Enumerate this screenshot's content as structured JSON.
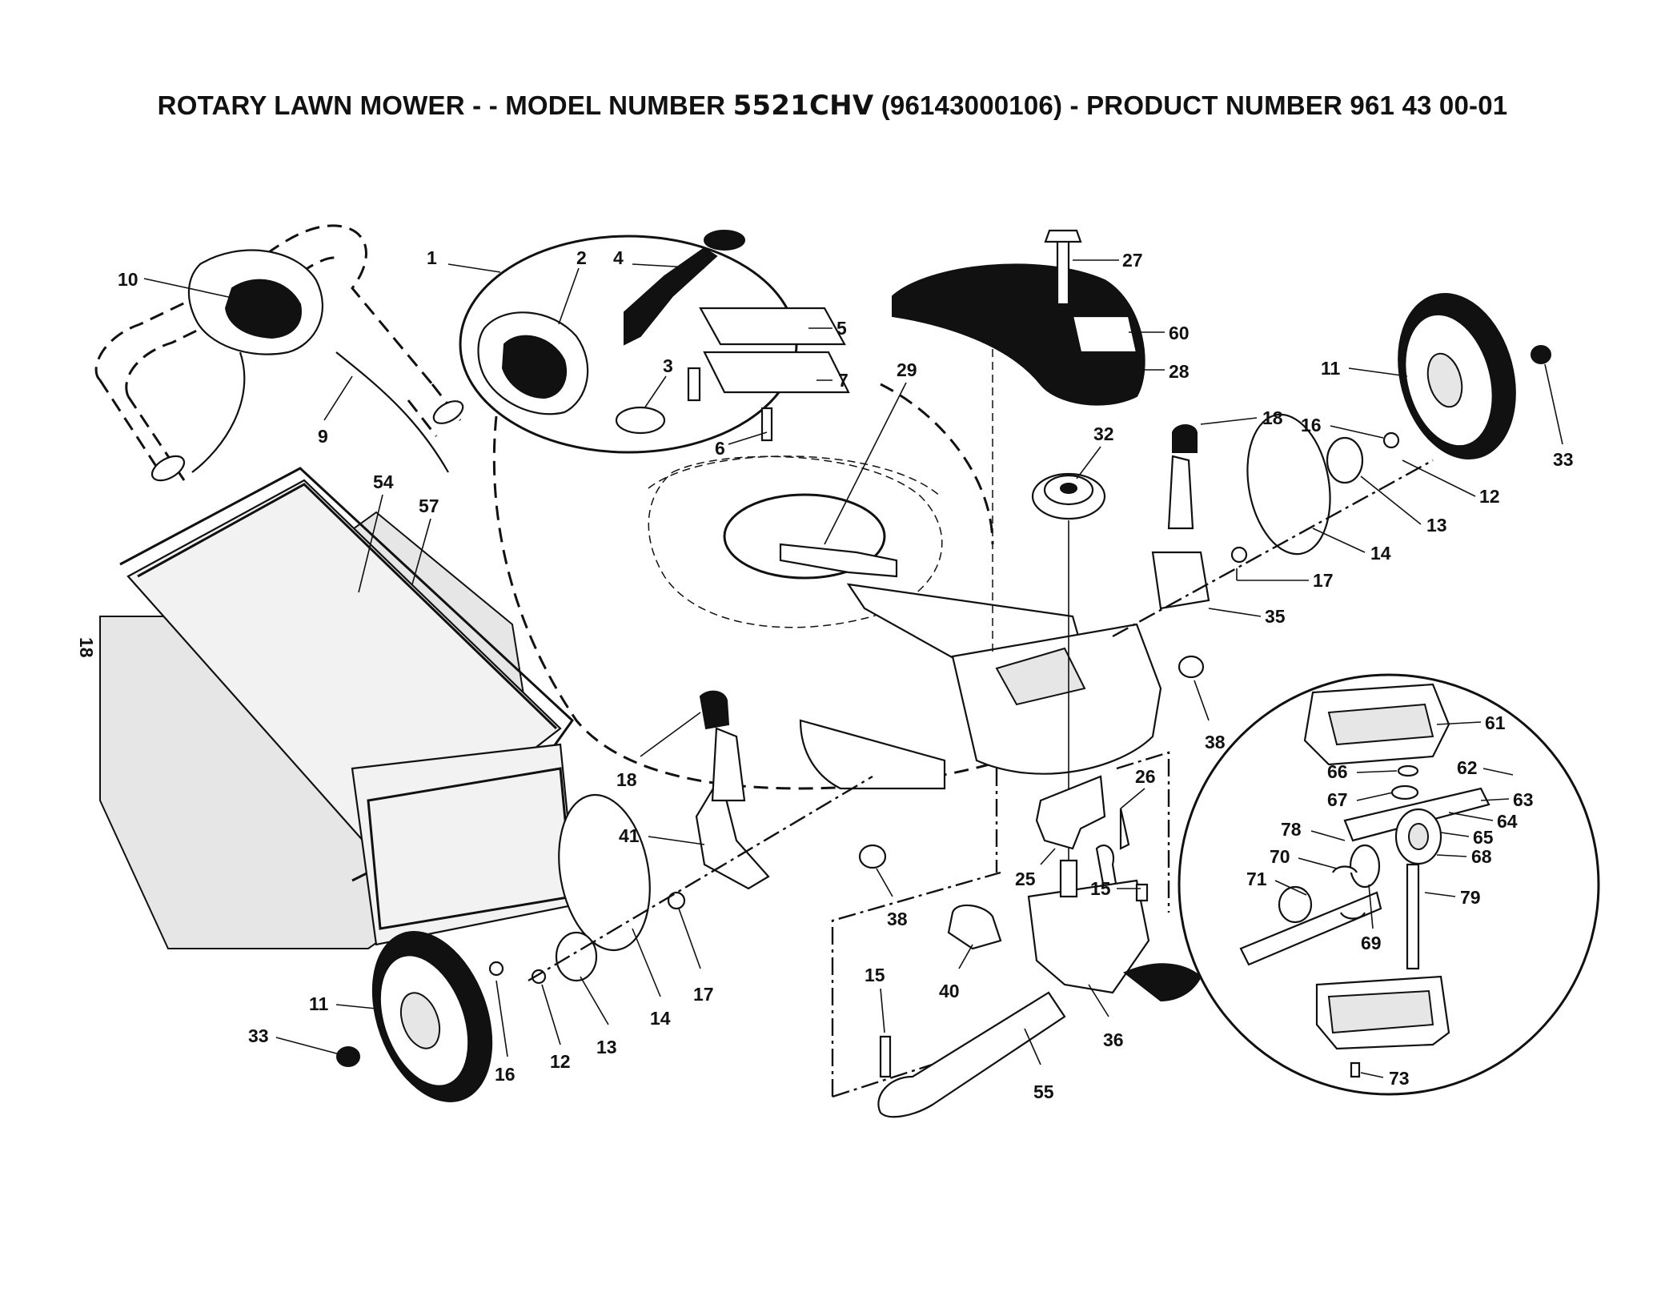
{
  "title": {
    "prefix": "ROTARY LAWN MOWER - - MODEL NUMBER ",
    "model": "5521CHV",
    "suffix": " (96143000106) - PRODUCT NUMBER 961 43 00-01"
  },
  "page_number": "18",
  "labels": {
    "p1": "1",
    "p2": "2",
    "p3": "3",
    "p4": "4",
    "p5": "5",
    "p6": "6",
    "p7": "7",
    "p9": "9",
    "p10": "10",
    "p11a": "11",
    "p11b": "11",
    "p12a": "12",
    "p12b": "12",
    "p13a": "13",
    "p13b": "13",
    "p14a": "14",
    "p14b": "14",
    "p15a": "15",
    "p15b": "15",
    "p16a": "16",
    "p16b": "16",
    "p17a": "17",
    "p17b": "17",
    "p18a": "18",
    "p18b": "18",
    "p25": "25",
    "p26": "26",
    "p27": "27",
    "p28": "28",
    "p29": "29",
    "p32": "32",
    "p33a": "33",
    "p33b": "33",
    "p35": "35",
    "p36": "36",
    "p38a": "38",
    "p38b": "38",
    "p40": "40",
    "p41": "41",
    "p54": "54",
    "p55": "55",
    "p57": "57",
    "p60": "60",
    "p61": "61",
    "p62": "62",
    "p63": "63",
    "p64": "64",
    "p65": "65",
    "p66": "66",
    "p67": "67",
    "p68": "68",
    "p69": "69",
    "p70": "70",
    "p71": "71",
    "p73": "73",
    "p78": "78",
    "p79": "79"
  }
}
